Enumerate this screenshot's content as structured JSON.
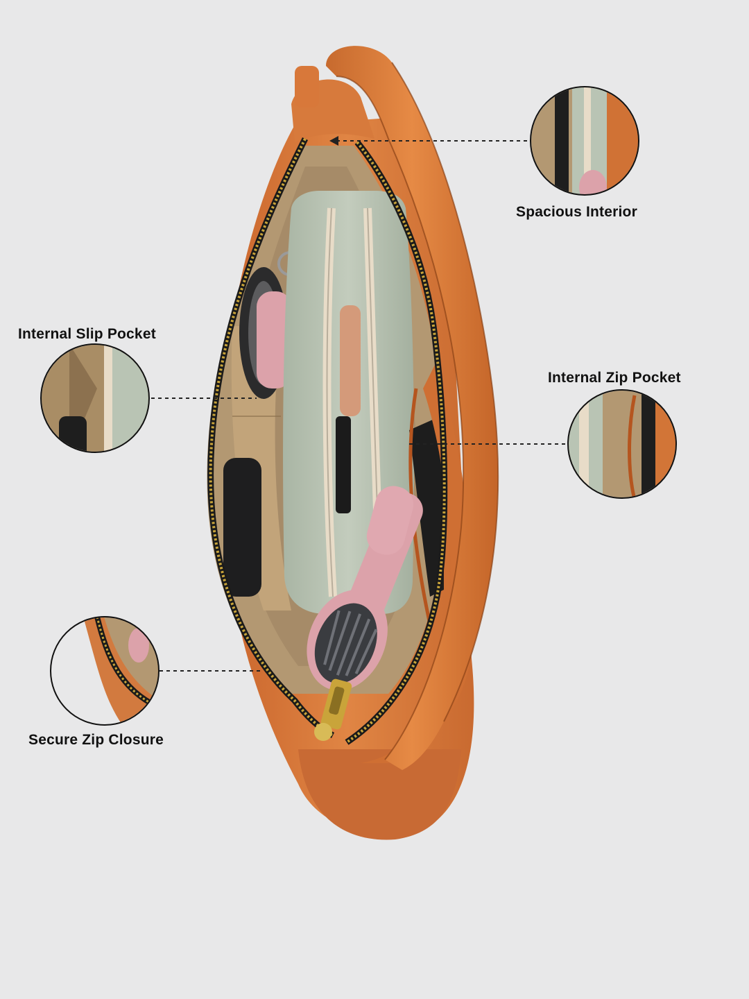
{
  "callouts": {
    "spacious_interior": "Spacious Interior",
    "internal_slip_pocket": "Internal Slip Pocket",
    "internal_zip_pocket": "Internal Zip Pocket",
    "secure_zip_closure": "Secure Zip Closure"
  },
  "colors": {
    "background": "#e8e8e9",
    "leather": "#d8763a",
    "leather_dark": "#b85a26",
    "lining": "#b39872",
    "pouch": "#b9c4b4",
    "zipper": "#b8962e",
    "brush_pink": "#dca2aa",
    "label_text": "#111111"
  }
}
